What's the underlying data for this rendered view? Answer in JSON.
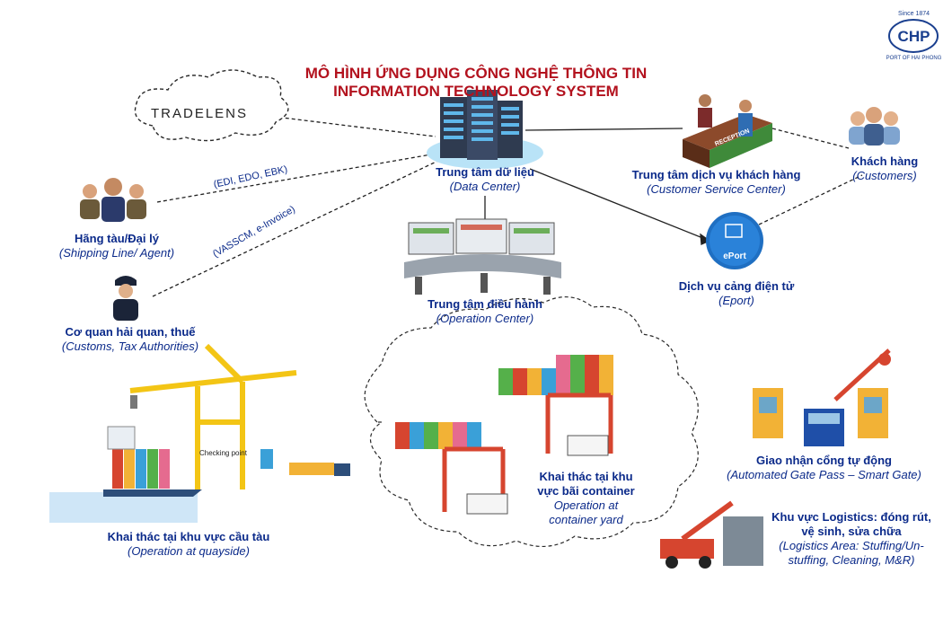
{
  "title": {
    "line1": "MÔ HÌNH ỨNG DỤNG CÔNG NGHỆ THÔNG TIN",
    "line2": "INFORMATION TECHNOLOGY SYSTEM"
  },
  "logo": {
    "since": "Since 1874",
    "abbr": "CHP",
    "port": "PORT OF HAI PHONG"
  },
  "tradelens": "TRADELENS",
  "edges": {
    "edi": "(EDI, EDO, EBK)",
    "vasscm": "(VASSCM, e-Invoice)"
  },
  "nodes": {
    "data_center": {
      "vi": "Trung tâm dữ liệu",
      "en": "Data Center"
    },
    "customer_service": {
      "vi": "Trung tâm dịch vụ khách hàng",
      "en": "Customer Service Center"
    },
    "customers": {
      "vi": "Khách hàng",
      "en": "Customers"
    },
    "shipping_line": {
      "vi": "Hãng tàu/Đại lý",
      "en": "Shipping Line/ Agent"
    },
    "customs": {
      "vi": "Cơ quan hải quan, thuế",
      "en": "Customs, Tax Authorities"
    },
    "operation_center": {
      "vi": "Trung tâm điều hành",
      "en": "Operation Center"
    },
    "eport": {
      "vi": "Dịch vụ cảng điện tử",
      "en": "Eport",
      "badge": "ePort"
    },
    "container_yard": {
      "vi1": "Khai thác tại khu",
      "vi2": "vực bãi container",
      "en1": "Operation at",
      "en2": "container yard"
    },
    "smart_gate": {
      "vi": "Giao nhận cổng tự động",
      "en": "Automated Gate Pass – Smart Gate"
    },
    "logistics": {
      "vi1": "Khu vực Logistics: đóng rút,",
      "vi2": "vệ sinh, sửa chữa",
      "en1": "Logistics Area: Stuffing/Un-",
      "en2": "stuffing, Cleaning, M&R"
    },
    "quayside": {
      "vi": "Khai thác tại khu vực cầu tàu",
      "en": "Operation at quayside"
    }
  },
  "checking_point": "Checking point",
  "reception": "RECEPTION"
}
